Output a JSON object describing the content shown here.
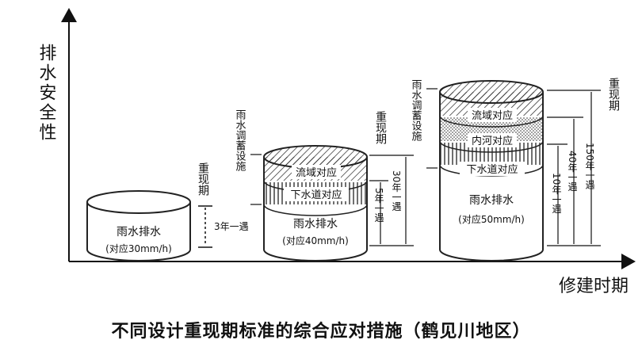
{
  "y_axis_label": "排水安全性",
  "x_axis_label": "修建时期",
  "caption": "不同设计重现期标准的综合应对措施（鹤见川地区）",
  "stage1": {
    "drain_label": "雨水排水",
    "drain_rate": "(对应30mm/h)",
    "period_label": "重现期",
    "period_value": "3年一遇"
  },
  "stage2": {
    "storage_label": "雨水调蓄设施",
    "layer_basin": "流域对应",
    "layer_sewer": "下水道对应",
    "drain_label": "雨水排水",
    "drain_rate": "(对应40mm/h)",
    "period_label": "重现期",
    "period_a": "5年一遇",
    "period_b": "30年一遇"
  },
  "stage3": {
    "storage_label": "雨水调蓄设施",
    "layer_basin": "流域对应",
    "layer_river": "内河对应",
    "layer_sewer": "下水道对应",
    "drain_label": "雨水排水",
    "drain_rate": "(对应50mm/h)",
    "period_label": "重现期",
    "period_a": "10年一遇",
    "period_b": "40年一遇",
    "period_c": "150年一遇"
  }
}
